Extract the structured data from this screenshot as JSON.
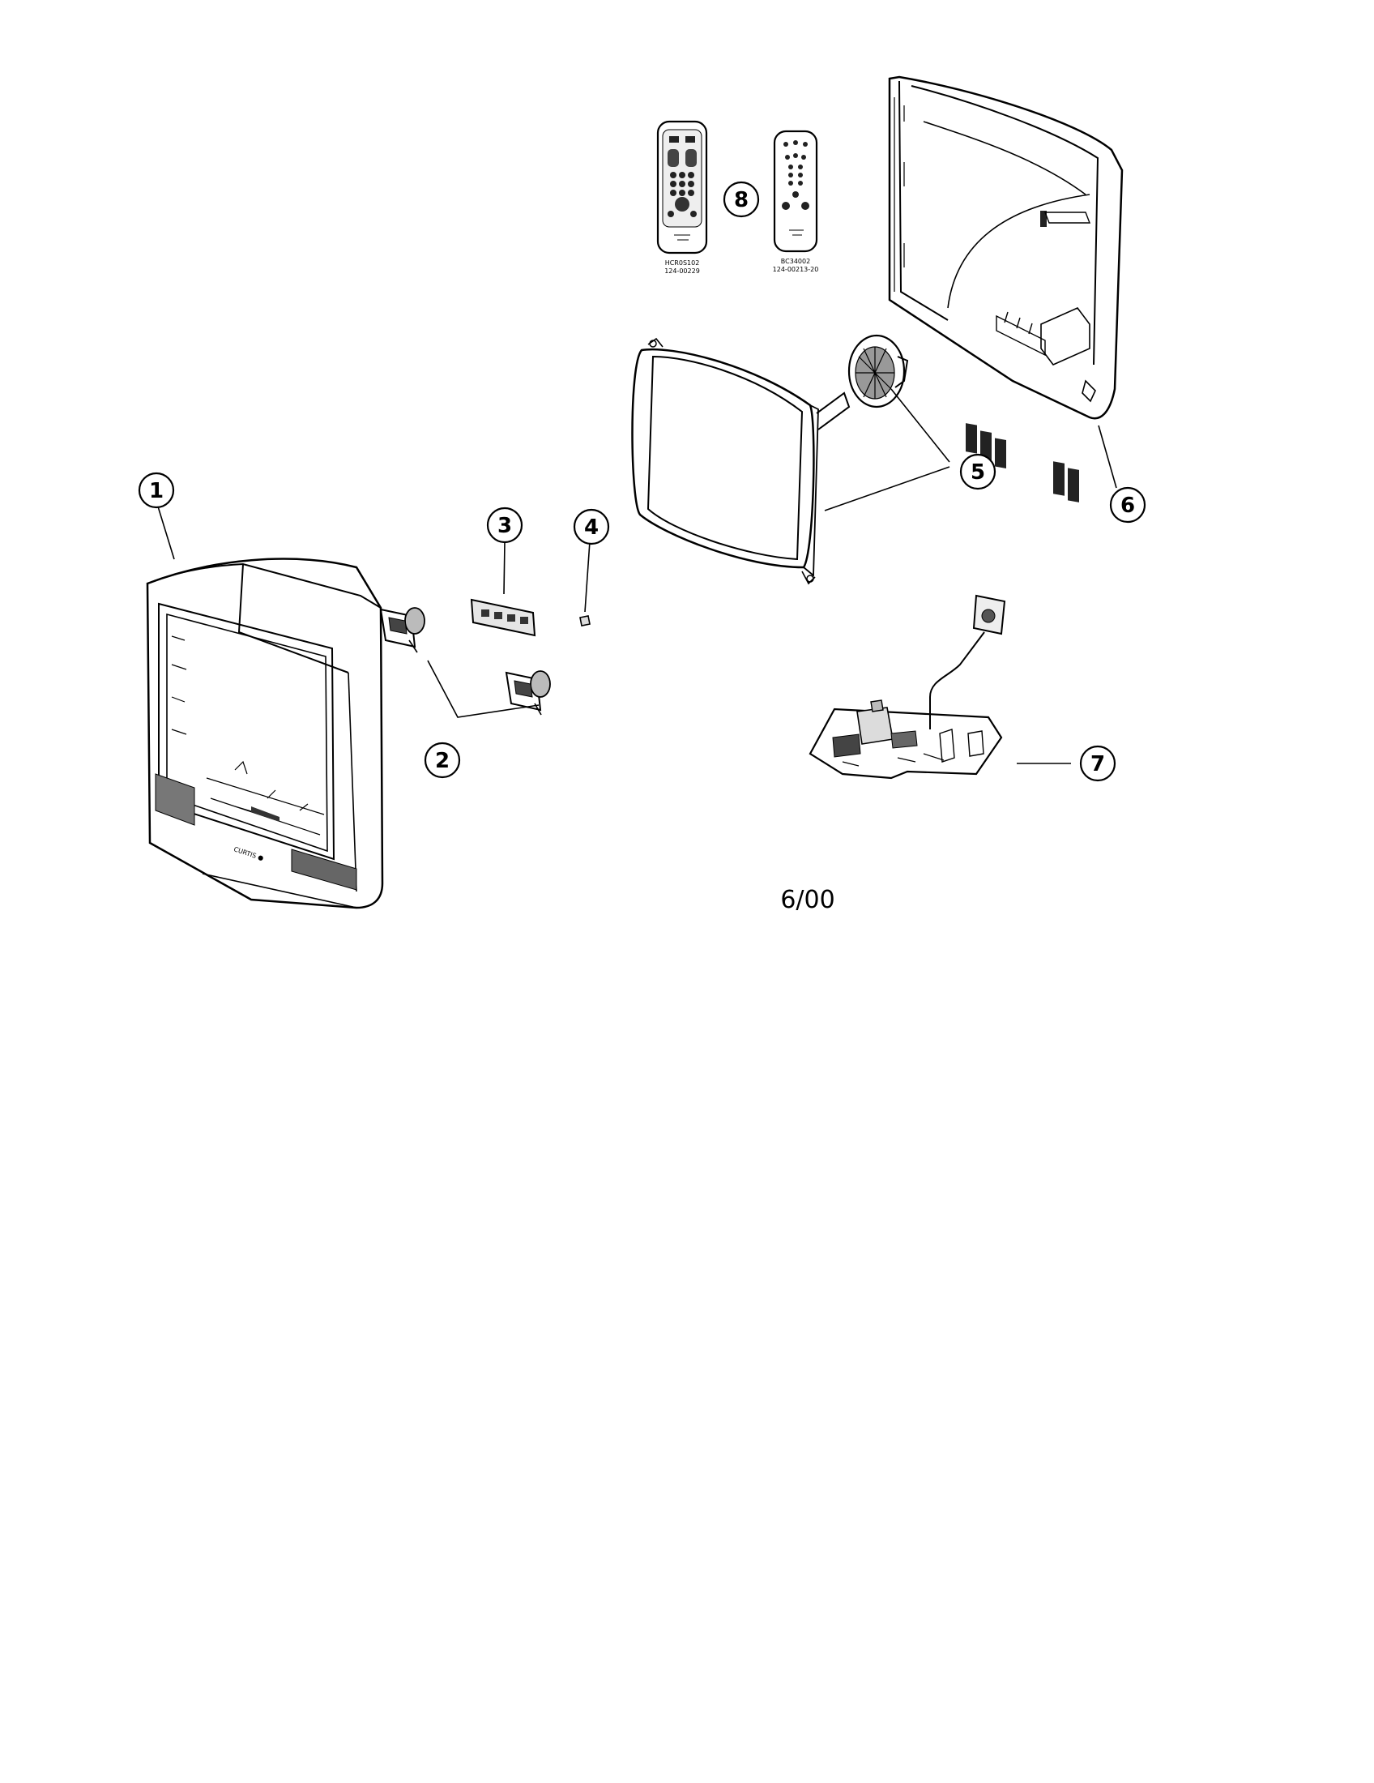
{
  "callouts": [
    {
      "id": "1",
      "label": "1"
    },
    {
      "id": "2",
      "label": "2"
    },
    {
      "id": "3",
      "label": "3"
    },
    {
      "id": "4",
      "label": "4"
    },
    {
      "id": "5",
      "label": "5"
    },
    {
      "id": "6",
      "label": "6"
    },
    {
      "id": "7",
      "label": "7"
    },
    {
      "id": "8",
      "label": "8"
    }
  ],
  "remotes": [
    {
      "model": "HCR0S102",
      "part": "124-00229"
    },
    {
      "model": "BC34002",
      "part": "124-00213-20"
    }
  ],
  "date_code": "6/00",
  "colors": {
    "ink": "#000000",
    "paper": "#ffffff",
    "shade": "#cfcfcf",
    "dark": "#555555"
  }
}
